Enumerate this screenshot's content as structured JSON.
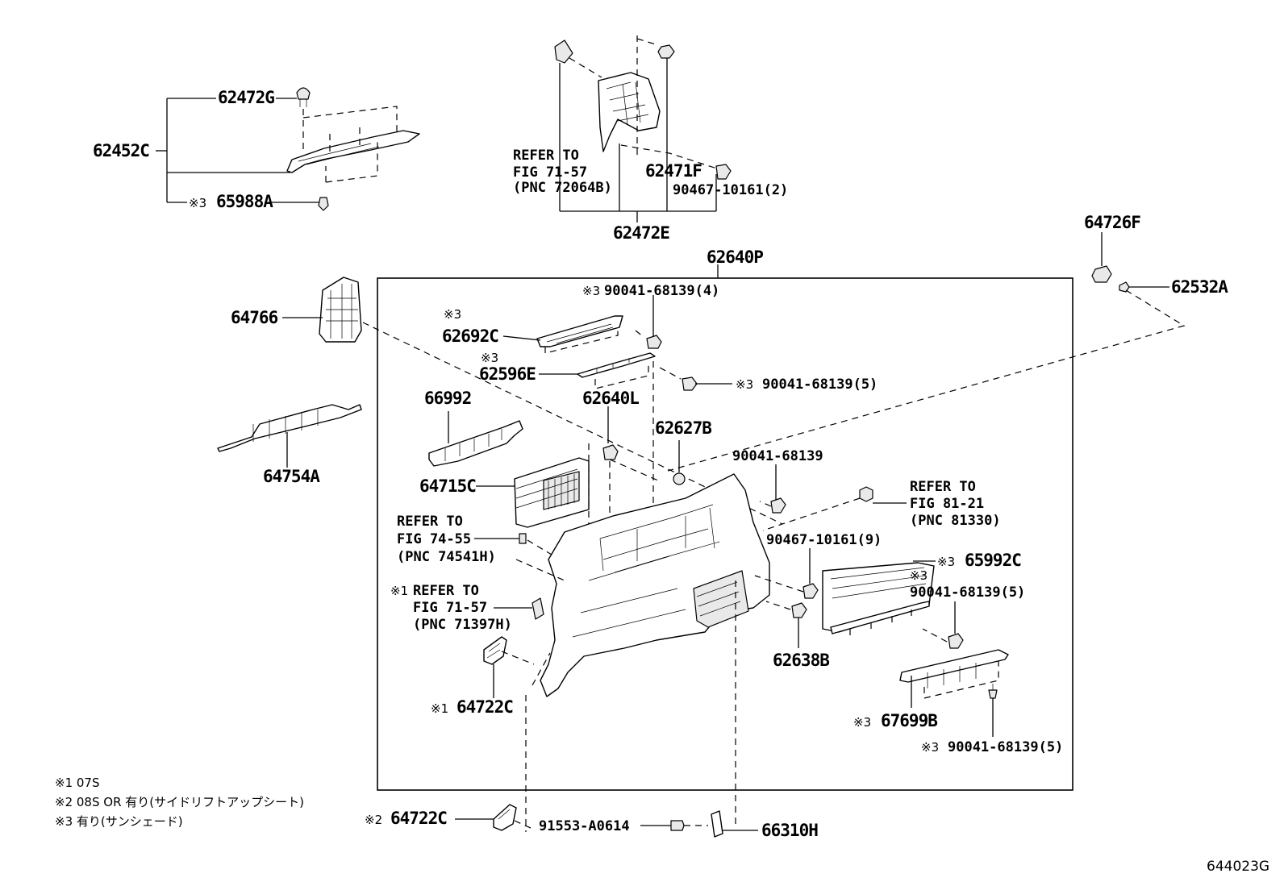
{
  "diagram_code": "644023G",
  "frame_label": "62640P",
  "parts": {
    "p62472G": "62472G",
    "p62452C": "62452C",
    "p65988A_mark": "※3",
    "p65988A": "65988A",
    "refer_71_57_a": [
      "REFER TO",
      "FIG 71-57",
      "(PNC 72064B)"
    ],
    "p62471F": "62471F",
    "p90467_2": "90467-10161(2)",
    "p62472E": "62472E",
    "p64726F": "64726F",
    "p62532A": "62532A",
    "p64766": "64766",
    "p90041_4_mark": "※3",
    "p90041_4": "90041-68139(4)",
    "p62692C_mark": "※3",
    "p62692C": "62692C",
    "p62596E_mark": "※3",
    "p62596E": "62596E",
    "p90041_5a_mark": "※3",
    "p90041_5a": "90041-68139(5)",
    "p66992": "66992",
    "p62640L": "62640L",
    "p62627B": "62627B",
    "p64754A": "64754A",
    "p90041": "90041-68139",
    "refer_81_21": [
      "REFER TO",
      "FIG 81-21",
      "(PNC 81330)"
    ],
    "p64715C": "64715C",
    "refer_74_55": [
      "REFER TO",
      "FIG 74-55",
      "(PNC 74541H)"
    ],
    "p90467_9": "90467-10161(9)",
    "p65992C_mark": "※3",
    "p65992C": "65992C",
    "p90041_5b_mark": "※3",
    "p90041_5b": "90041-68139(5)",
    "refer_71_57_b_mark": "※1",
    "refer_71_57_b": [
      "REFER TO",
      "FIG 71-57",
      "(PNC 71397H)"
    ],
    "p62638B": "62638B",
    "p64722C_a_mark": "※1",
    "p64722C_a": "64722C",
    "p67699B_mark": "※3",
    "p67699B": "67699B",
    "p90041_5c_mark": "※3",
    "p90041_5c": "90041-68139(5)",
    "p64722C_b_mark": "※2",
    "p64722C_b": "64722C",
    "p91553": "91553-A0614",
    "p66310H": "66310H"
  },
  "notes": [
    "※1 07S",
    "※2 08S OR 有り(サイドリフトアップシート)",
    "※3 有り(サンシェード)"
  ]
}
